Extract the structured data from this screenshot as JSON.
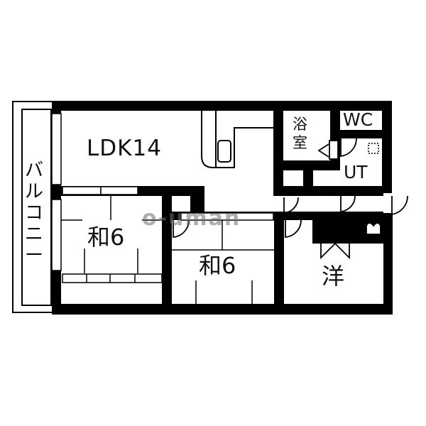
{
  "diagram": {
    "type": "floor-plan",
    "layout": "3LDK",
    "rooms": [
      {
        "id": "ldk",
        "label": "LDK14",
        "kind": "living-dining-kitchen",
        "size_jo": 14
      },
      {
        "id": "washitsu-1",
        "label": "和6",
        "kind": "japanese-room",
        "size_jo": 6
      },
      {
        "id": "washitsu-2",
        "label": "和6",
        "kind": "japanese-room",
        "size_jo": 6
      },
      {
        "id": "yoshitsu",
        "label": "洋",
        "kind": "western-room"
      },
      {
        "id": "bathroom",
        "label": "浴室",
        "kind": "bathroom"
      },
      {
        "id": "wc",
        "label": "WC",
        "kind": "toilet"
      },
      {
        "id": "ut",
        "label": "UT",
        "kind": "utility"
      },
      {
        "id": "balcony",
        "label": "バルコニー",
        "kind": "balcony"
      }
    ],
    "watermark": "o-uman",
    "colors": {
      "wall": "#000000",
      "background": "#ffffff",
      "watermark": "#6e6e6e"
    }
  }
}
